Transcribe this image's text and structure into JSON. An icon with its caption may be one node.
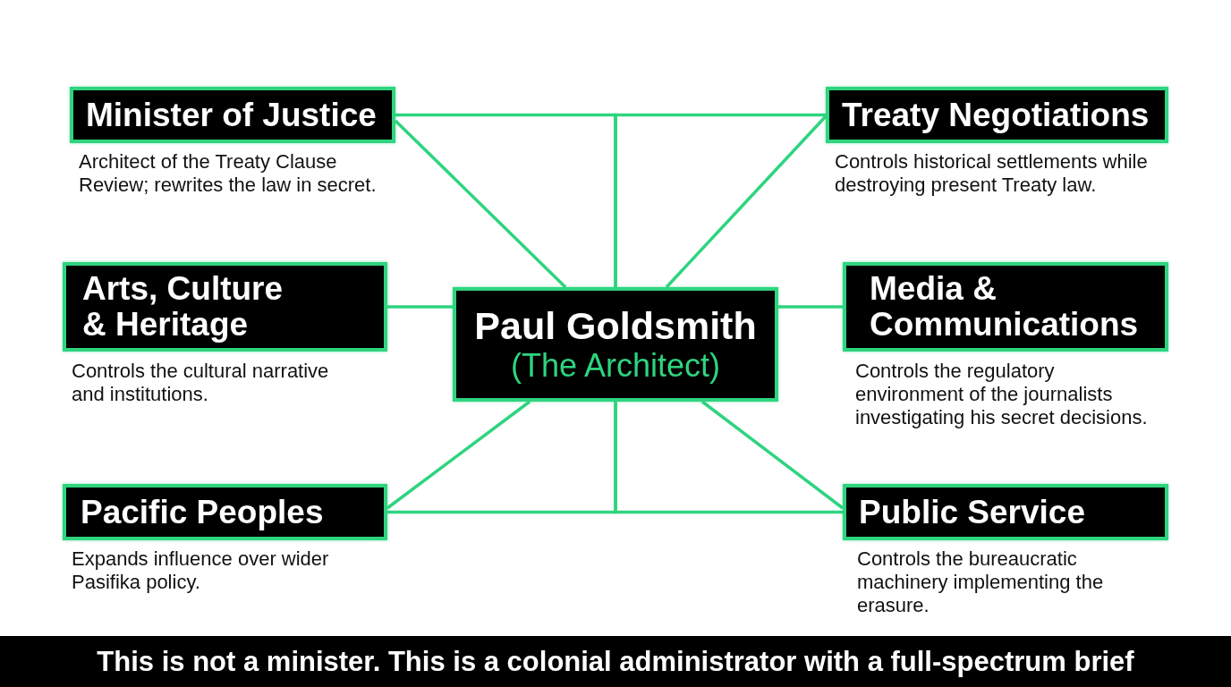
{
  "diagram": {
    "caption": "This is not a minister. This is a colonial administrator with a full-spectrum brief",
    "nodes": [
      {
        "text": [
          "Minister of Justice"
        ],
        "beside": [
          "Architect of the Treaty Clause Review; rewrites the law in secret."
        ]
      },
      {
        "text": [
          "Treaty Negotiations"
        ],
        "beside": [
          "Controls historical settlements while destroying present Treaty law."
        ]
      },
      {
        "text": [
          "Arts, Culture & Heritage"
        ],
        "beside": [
          "Controls the cultural narrative and institutions."
        ]
      },
      {
        "text": [
          "Paul Goldsmith",
          "(The Architect)"
        ]
      },
      {
        "text": [
          "Media & Communications"
        ],
        "beside": [
          "Controls the regulatory environment of the journalists investigating his secret decisions."
        ]
      },
      {
        "text": [
          "Pacific Peoples"
        ],
        "beside": [
          "Expands influence over wider Pasifika policy."
        ]
      },
      {
        "text": [
          "Public Service"
        ],
        "beside": [
          "Controls the bureaucratic machinery implementing the erasure."
        ]
      }
    ],
    "edges": [
      {
        "from": 3,
        "to": 0,
        "arrow": "none"
      },
      {
        "from": 3,
        "to": 0,
        "arrow": "none"
      },
      {
        "from": 3,
        "to": 1,
        "arrow": "none"
      },
      {
        "from": 3,
        "to": 1,
        "arrow": "none"
      },
      {
        "from": 3,
        "to": 2,
        "arrow": "none"
      },
      {
        "from": 3,
        "to": 4,
        "arrow": "none"
      },
      {
        "from": 3,
        "to": 5,
        "arrow": "none"
      },
      {
        "from": 3,
        "to": 5,
        "arrow": "none"
      },
      {
        "from": 3,
        "to": 6,
        "arrow": "none"
      },
      {
        "from": 3,
        "to": 6,
        "arrow": "none"
      }
    ]
  }
}
